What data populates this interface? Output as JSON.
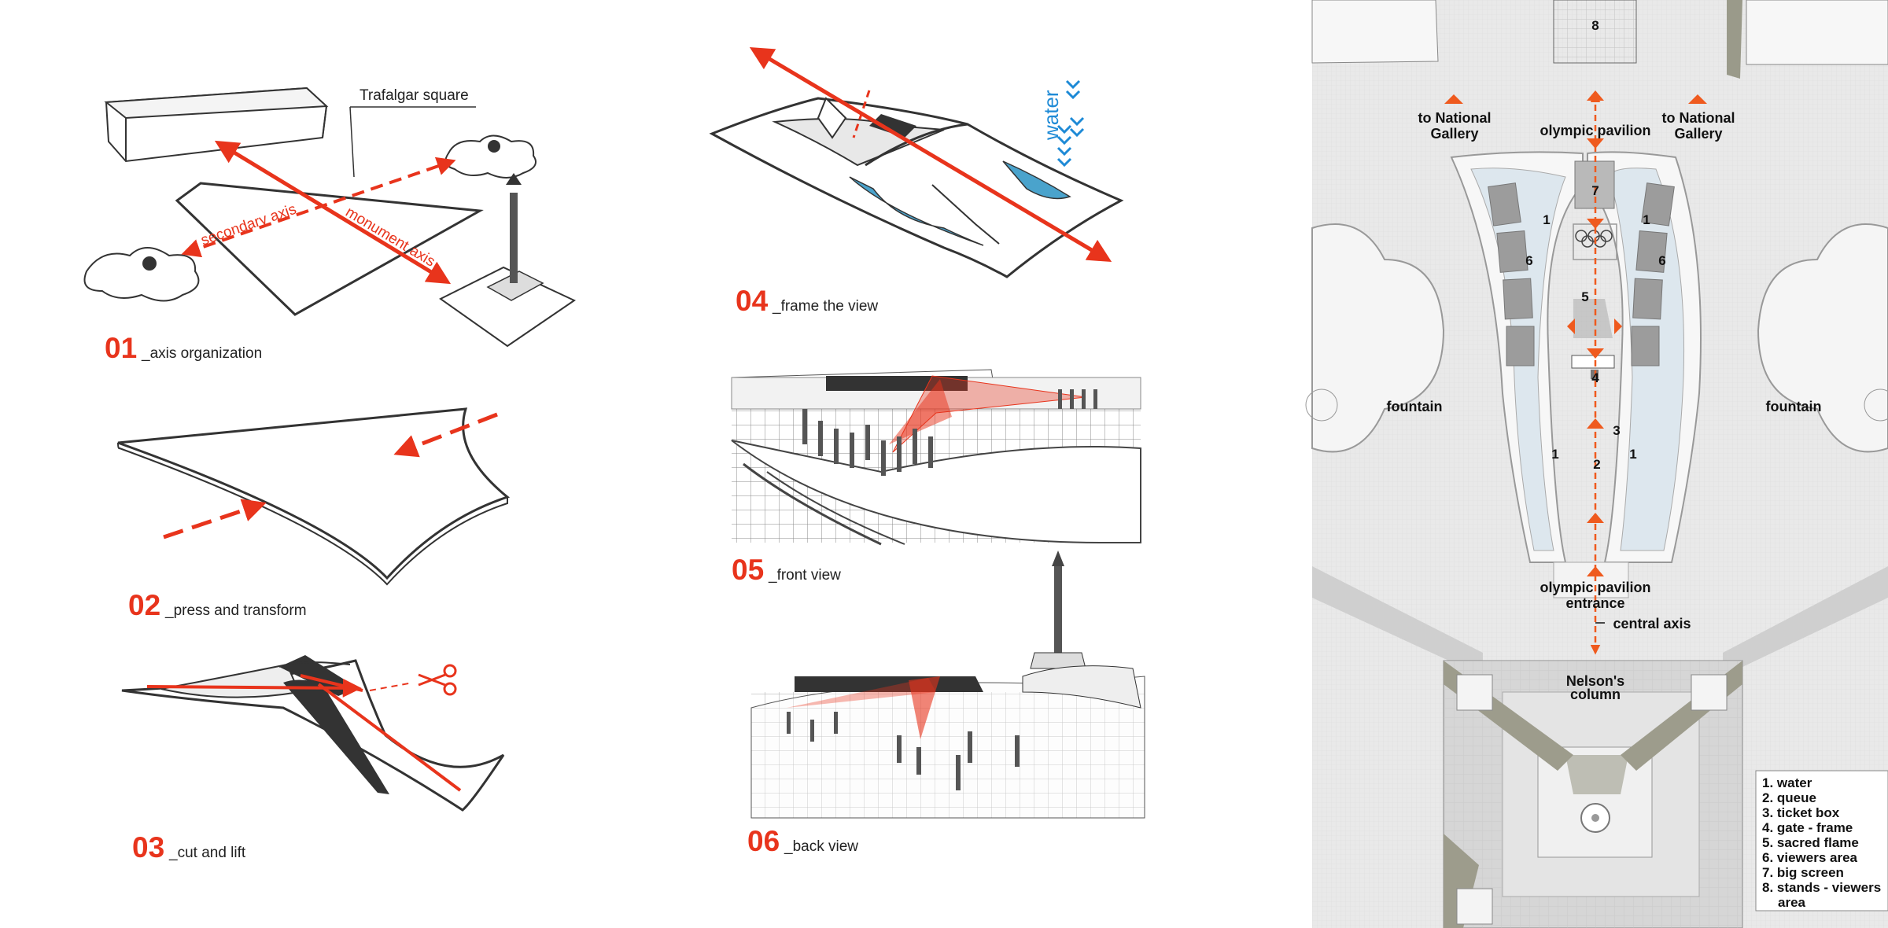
{
  "steps": [
    {
      "num": "01",
      "label": "_axis organization"
    },
    {
      "num": "02",
      "label": "_press and transform"
    },
    {
      "num": "03",
      "label": "_cut and lift"
    },
    {
      "num": "04",
      "label": "_frame the view"
    },
    {
      "num": "05",
      "label": "_front view"
    },
    {
      "num": "06",
      "label": "_back view"
    }
  ],
  "step1": {
    "trafalgar": "Trafalgar square",
    "secondary_axis": "secondary axis",
    "monument_axis": "monument axis"
  },
  "step4": {
    "water": "water"
  },
  "plan": {
    "top_box_number": "8",
    "to_gallery_left_1": "to National",
    "to_gallery_left_2": "Gallery",
    "to_gallery_right_1": "to National",
    "to_gallery_right_2": "Gallery",
    "olympic_pavilion": "olympic pavilion",
    "fountain_left": "fountain",
    "fountain_right": "fountain",
    "entrance_1": "olympic pavilion",
    "entrance_2": "entrance",
    "central_axis": "central axis",
    "nelson_1": "Nelson's",
    "nelson_2": "column",
    "n7": "7",
    "n1_tl": "1",
    "n1_tr": "1",
    "n6_l": "6",
    "n6_r": "6",
    "n5": "5",
    "n4": "4",
    "n3": "3",
    "n2": "2",
    "n1_bl": "1",
    "n1_br": "1"
  },
  "legend": [
    "1. water",
    "2. queue",
    "3. ticket box",
    "4. gate - frame",
    "5. sacred flame",
    "6. viewers area",
    "7. big screen",
    "8. stands - viewers",
    "area"
  ],
  "colors": {
    "accent_red": "#e8341c",
    "water_blue": "#1e8ad6",
    "plan_gray": "#e9e9e9"
  }
}
